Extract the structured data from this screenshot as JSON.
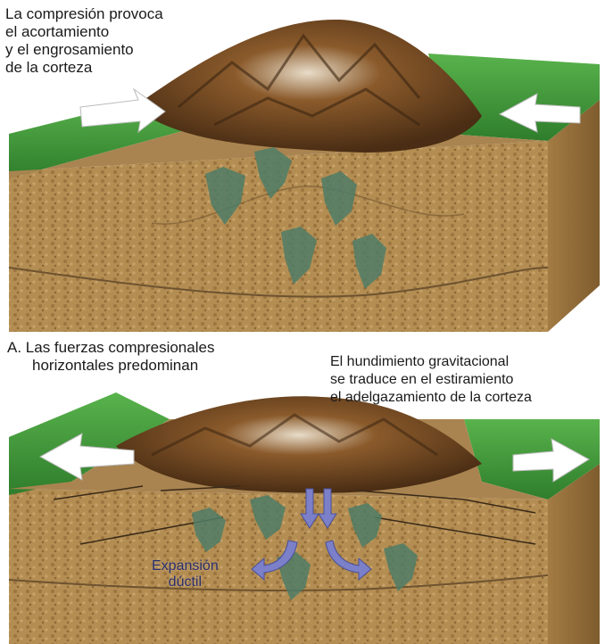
{
  "top_panel": {
    "caption_lines": [
      "La compresión provoca",
      "el acortamiento",
      "y el engrosamiento",
      "de la corteza"
    ]
  },
  "panel_a": {
    "label_lines": [
      "A. Las fuerzas compresionales",
      "horizontales predominan"
    ]
  },
  "bottom_panel": {
    "caption_lines": [
      "El hundimiento gravitacional",
      "se traduce en el estiramiento",
      "el adelgazamiento de la corteza"
    ],
    "ductile_lines": [
      "Expansión",
      "dúctil"
    ]
  },
  "colors": {
    "grass": "#3f9a3a",
    "soil": "#b08a4e",
    "rock": "#5a3a1e",
    "root": "#4f7d66",
    "arrow": "#ffffff",
    "flow_arrow": "#7b80c9"
  }
}
